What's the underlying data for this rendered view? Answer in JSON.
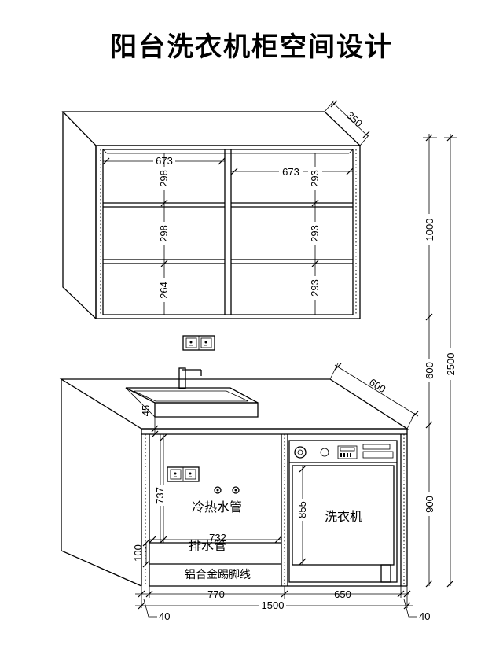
{
  "title": "阳台洗衣机柜空间设计",
  "labels": {
    "hot_cold_pipe": "冷热水管",
    "drain_pipe": "排水管",
    "washer": "洗衣机",
    "kick_board": "铝合金踢脚线"
  },
  "dimensions": {
    "upper_depth": "350",
    "upper_width_left": "673",
    "upper_width_right": "673",
    "shelf_l1": "298",
    "shelf_l2": "298",
    "shelf_l3": "264",
    "shelf_r1": "293",
    "shelf_r2": "293",
    "shelf_r3": "293",
    "upper_height": "1000",
    "gap_height": "600",
    "total_height": "2500",
    "lower_height": "900",
    "lower_depth": "600",
    "counter_thickness": "45",
    "inner_height": "737",
    "inner_width": "732",
    "kick_height": "100",
    "washer_height": "855",
    "left_width": "770",
    "right_width": "650",
    "total_width": "1500",
    "side_left": "40",
    "side_right": "40"
  }
}
